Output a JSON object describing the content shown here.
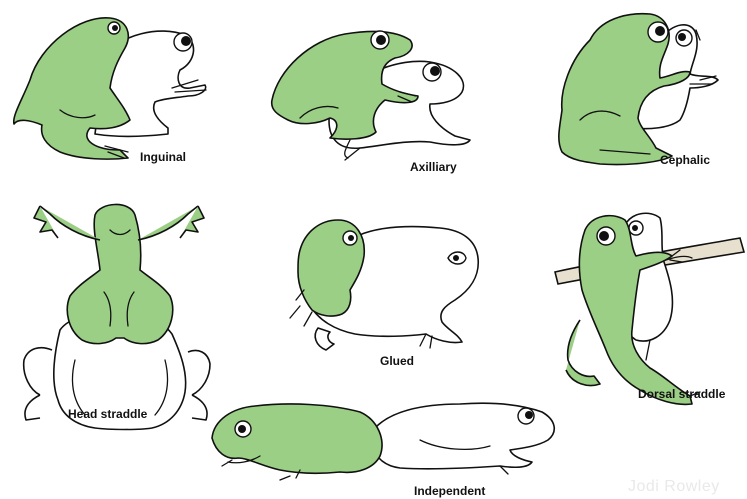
{
  "figures": [
    {
      "id": "inguinal",
      "label": "Inguinal"
    },
    {
      "id": "axilliary",
      "label": "Axilliary"
    },
    {
      "id": "cephalic",
      "label": "Cephalic"
    },
    {
      "id": "head-straddle",
      "label": "Head straddle"
    },
    {
      "id": "glued",
      "label": "Glued"
    },
    {
      "id": "dorsal-straddle",
      "label": "Dorsal straddle"
    },
    {
      "id": "independent",
      "label": "Independent"
    }
  ],
  "watermark": "Jodi Rowley",
  "colors": {
    "male_frog": "#9ccf86",
    "female_frog": "#ffffff",
    "outline": "#111111",
    "branch": "#e8e0cf"
  }
}
